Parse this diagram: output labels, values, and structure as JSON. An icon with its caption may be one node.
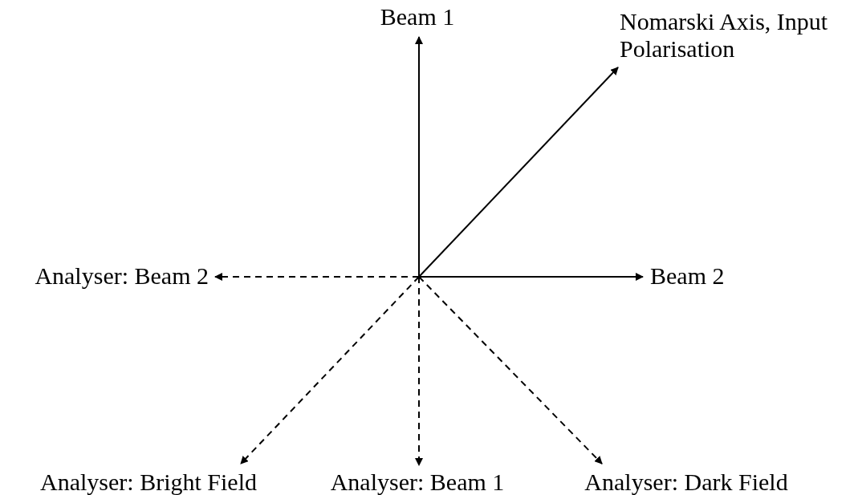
{
  "diagram": {
    "nodes": [
      {
        "text": [
          "Beam 1"
        ]
      },
      {
        "text": [
          "Nomarski Axis, Input Polarisation"
        ]
      },
      {
        "text": [
          "Analyser: Beam 2"
        ]
      },
      {
        "text": [
          "Beam 2"
        ]
      },
      {
        "text": [
          "Analyser: Bright Field"
        ]
      },
      {
        "text": [
          "Analyser: Beam 1"
        ]
      },
      {
        "text": [
          "Analyser: Dark Field"
        ]
      }
    ],
    "edges": [
      {
        "from": null,
        "to": 0,
        "arrow": "to"
      },
      {
        "from": null,
        "to": 1,
        "arrow": "to"
      },
      {
        "from": null,
        "to": 2,
        "arrow": "to",
        "style": "dashed"
      },
      {
        "from": null,
        "to": 3,
        "arrow": "to"
      },
      {
        "from": null,
        "to": 4,
        "arrow": "to",
        "style": "dashed"
      },
      {
        "from": null,
        "to": 5,
        "arrow": "to",
        "style": "dashed"
      },
      {
        "from": null,
        "to": 6,
        "arrow": "to",
        "style": "dashed"
      }
    ]
  }
}
